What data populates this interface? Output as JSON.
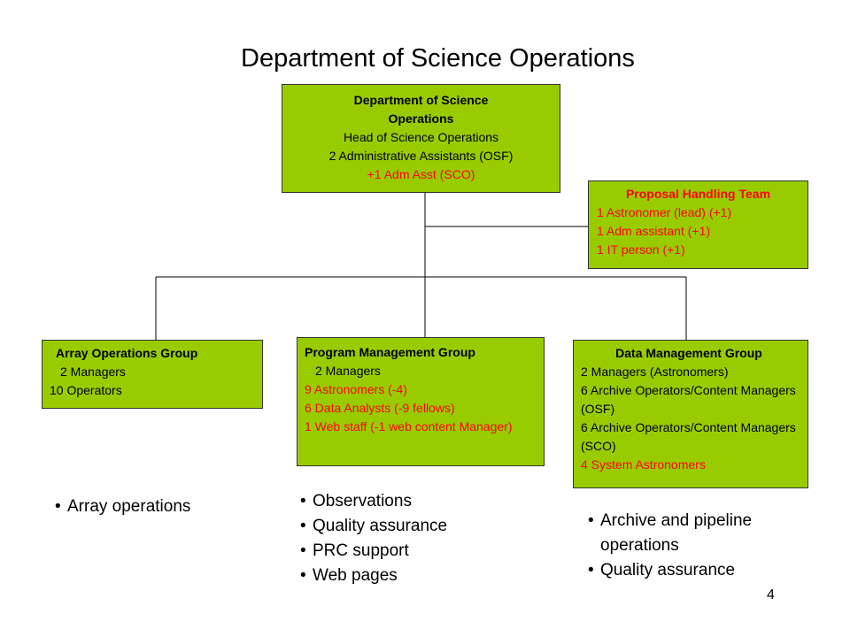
{
  "title": "Department of Science Operations",
  "dso": {
    "heading": "Department of Science Operations",
    "line1": "Head of Science Operations",
    "line2": "2 Administrative Assistants (OSF)",
    "line3": "+1 Adm Asst (SCO)"
  },
  "pht": {
    "heading": "Proposal Handling Team",
    "line1": "1 Astronomer (lead) (+1)",
    "line2": "1 Adm assistant (+1)",
    "line3": "1 IT person (+1)"
  },
  "aog": {
    "heading": "Array Operations Group",
    "line1": "2 Managers",
    "line2": "10 Operators"
  },
  "pmg": {
    "heading": "Program Management Group",
    "line1": "2 Managers",
    "line2": "9 Astronomers (-4)",
    "line3": "6 Data Analysts (-9 fellows)",
    "line4": "1 Web staff (-1 web content Manager)"
  },
  "dmg": {
    "heading": "Data Management Group",
    "line1": "2 Managers (Astronomers)",
    "line2": "6 Archive Operators/Content Managers (OSF)",
    "line3": "6 Archive Operators/Content Managers (SCO)",
    "line4": "4 System Astronomers"
  },
  "bullets_aog": [
    "Array operations"
  ],
  "bullets_pmg": [
    "Observations",
    "Quality assurance",
    "PRC support",
    "Web pages"
  ],
  "bullets_dmg": [
    "Archive and pipeline",
    "operations",
    "Quality assurance"
  ],
  "page_number": "4",
  "colors": {
    "box_fill": "#99cc00",
    "highlight_text": "#ff0000"
  }
}
